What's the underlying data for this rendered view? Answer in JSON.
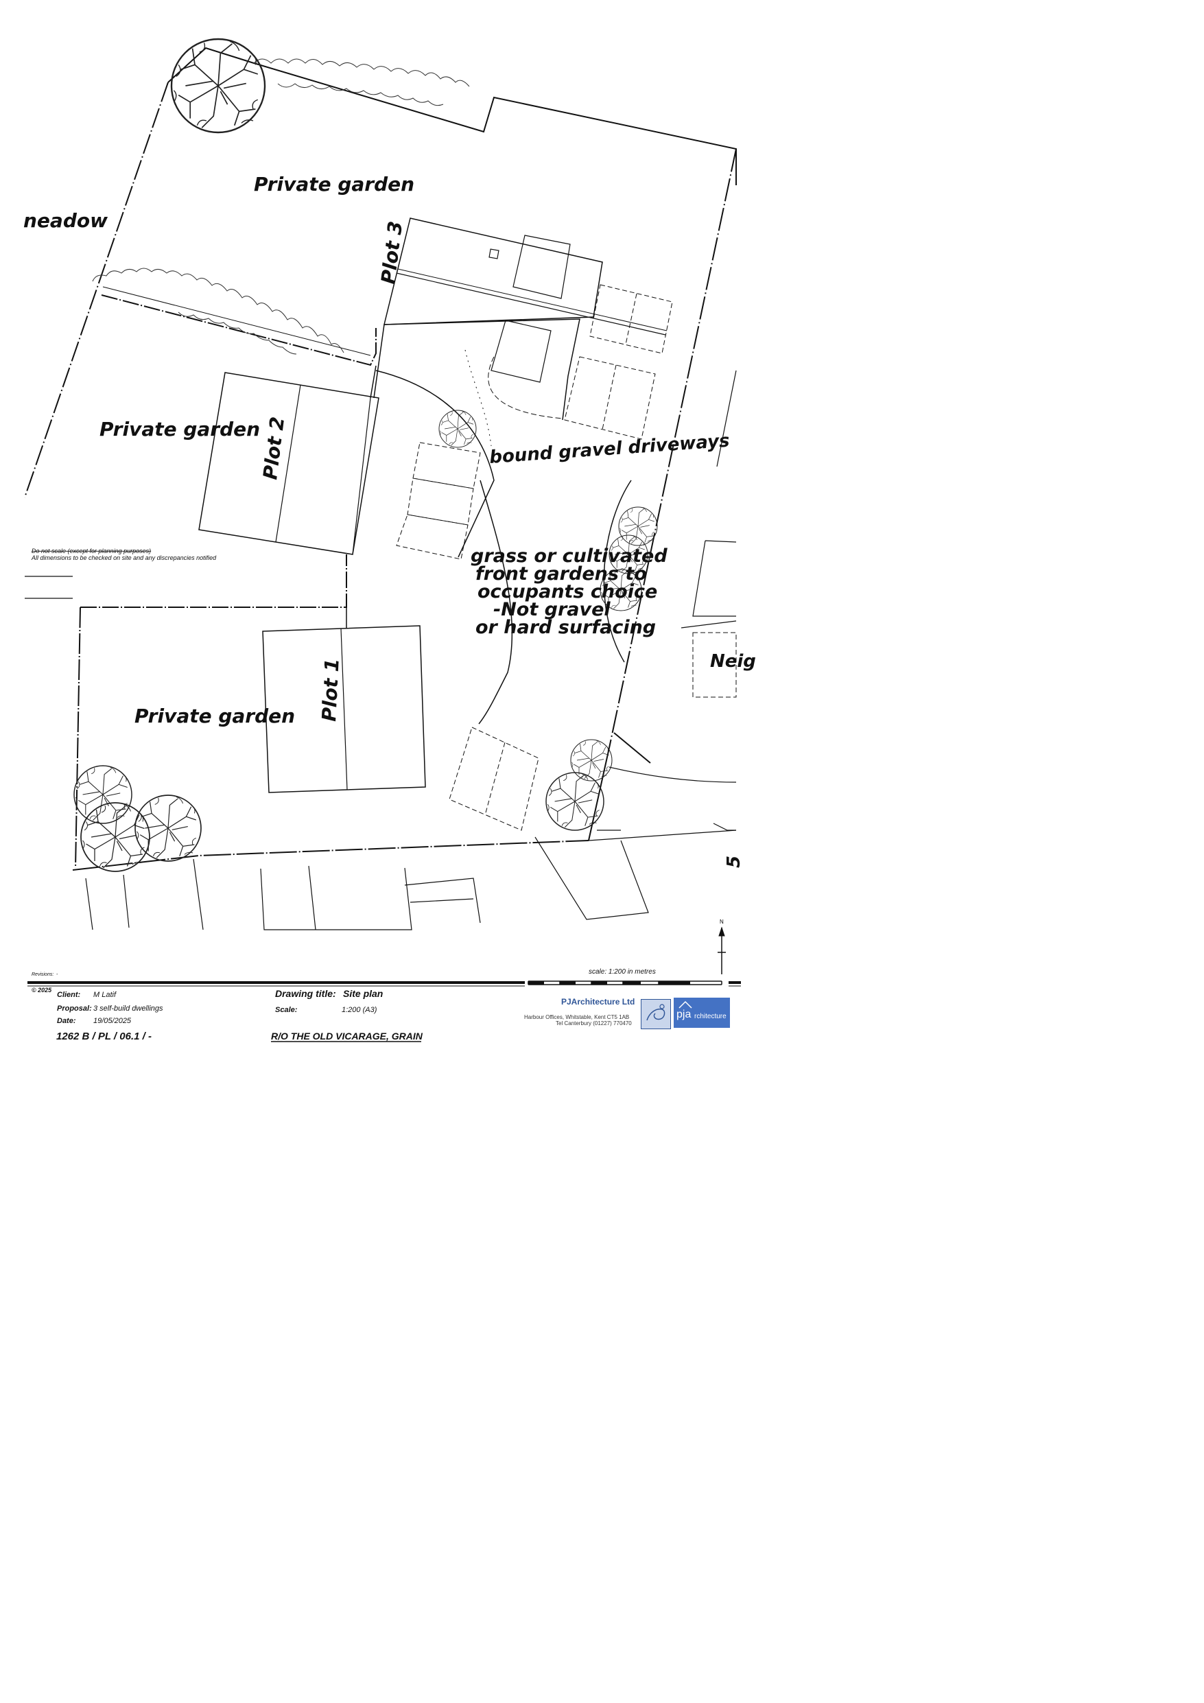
{
  "labels": {
    "garden_top": "Private garden",
    "garden_mid": "Private garden",
    "garden_bottom": "Private garden",
    "meadow": "neadow",
    "plot1": "Plot 1",
    "plot2": "Plot 2",
    "plot3": "Plot 3",
    "driveways": "bound gravel driveways",
    "front_gardens": [
      "grass or cultivated",
      "front gardens to",
      "occupants choice",
      "-Not gravel",
      "or hard surfacing"
    ],
    "neighbour": "Neig",
    "road_number": "5"
  },
  "notes": {
    "line1": "Do not scale (except for planning purposes)",
    "line2": "All dimensions to be checked on site and any discrepancies notified"
  },
  "north_label": "N",
  "title_block": {
    "revisions_label": "Revisions:",
    "revisions_value": "-",
    "copyright": "© 2025",
    "client_label": "Client:",
    "client_value": "M Latif",
    "proposal_label": "Proposal:",
    "proposal_value": "3 self-build dwellings",
    "date_label": "Date:",
    "date_value": "19/05/2025",
    "drawing_number": "1262 B / PL  /  06.1   /  -",
    "drawing_title_label": "Drawing title:",
    "drawing_title_value": "Site plan",
    "scale_label": "Scale:",
    "scale_value": "1:200  (A3)",
    "scale_bar_label": "scale:  1:200  in metres",
    "site_address": "R/O THE OLD VICARAGE, GRAIN",
    "firm_name": "PJArchitecture Ltd",
    "firm_address": "Harbour Offices, Whitstable, Kent  CT5 1AB",
    "firm_phone": "Tel Canterbury (01227) 770470",
    "logo_text_a": "pja",
    "logo_text_b": "rchitecture"
  },
  "colors": {
    "line": "#111111",
    "brand": "#2f5597",
    "logo_bg": "#4472c4"
  },
  "icons": [
    "tree-icon",
    "north-arrow-icon",
    "logo-figure-icon"
  ]
}
